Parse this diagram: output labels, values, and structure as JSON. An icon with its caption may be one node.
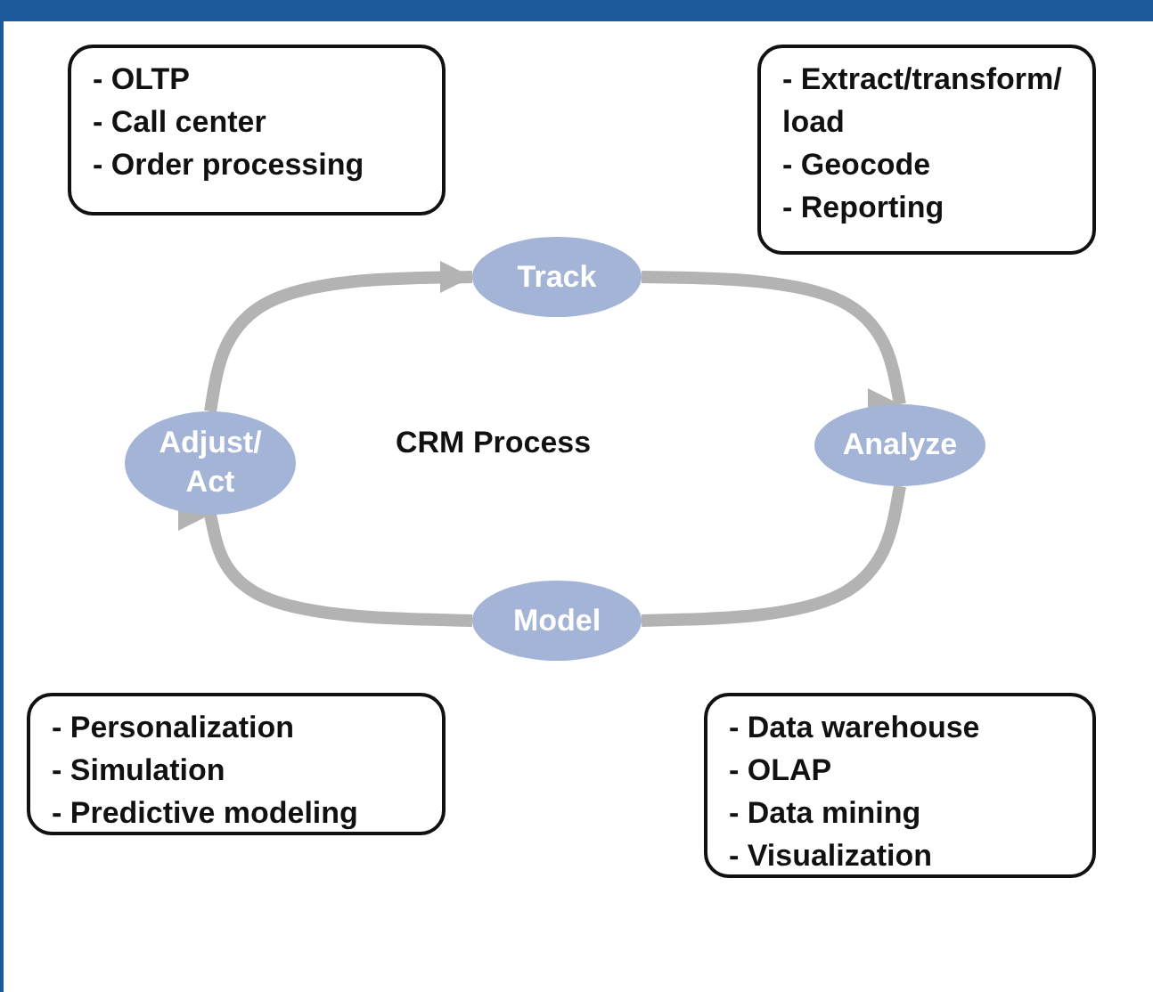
{
  "diagram": {
    "nodes": [
      {
        "text": [
          "- OLTP",
          "- Call center",
          "- Order processing"
        ]
      },
      {
        "text": [
          "- Extract/transform/ load",
          "- Geocode",
          "- Reporting"
        ]
      },
      {
        "text": [
          "Track"
        ]
      },
      {
        "text": [
          "Analyze"
        ]
      },
      {
        "text": [
          "Model"
        ]
      },
      {
        "text": [
          "Adjust/ Act"
        ]
      },
      {
        "text": [
          "- Personalization",
          "- Simulation",
          "- Predictive modeling"
        ]
      },
      {
        "text": [
          "- Data warehouse",
          "- OLAP",
          "- Data mining",
          "- Visualization"
        ]
      }
    ],
    "edges": [
      {
        "from": 5,
        "to": 2,
        "arrow": "to"
      },
      {
        "from": 2,
        "to": 3,
        "arrow": "to"
      },
      {
        "from": 3,
        "to": 4,
        "arrow": "to"
      },
      {
        "from": 4,
        "to": 5,
        "arrow": "to"
      }
    ],
    "labels": [
      "CRM Process"
    ]
  }
}
